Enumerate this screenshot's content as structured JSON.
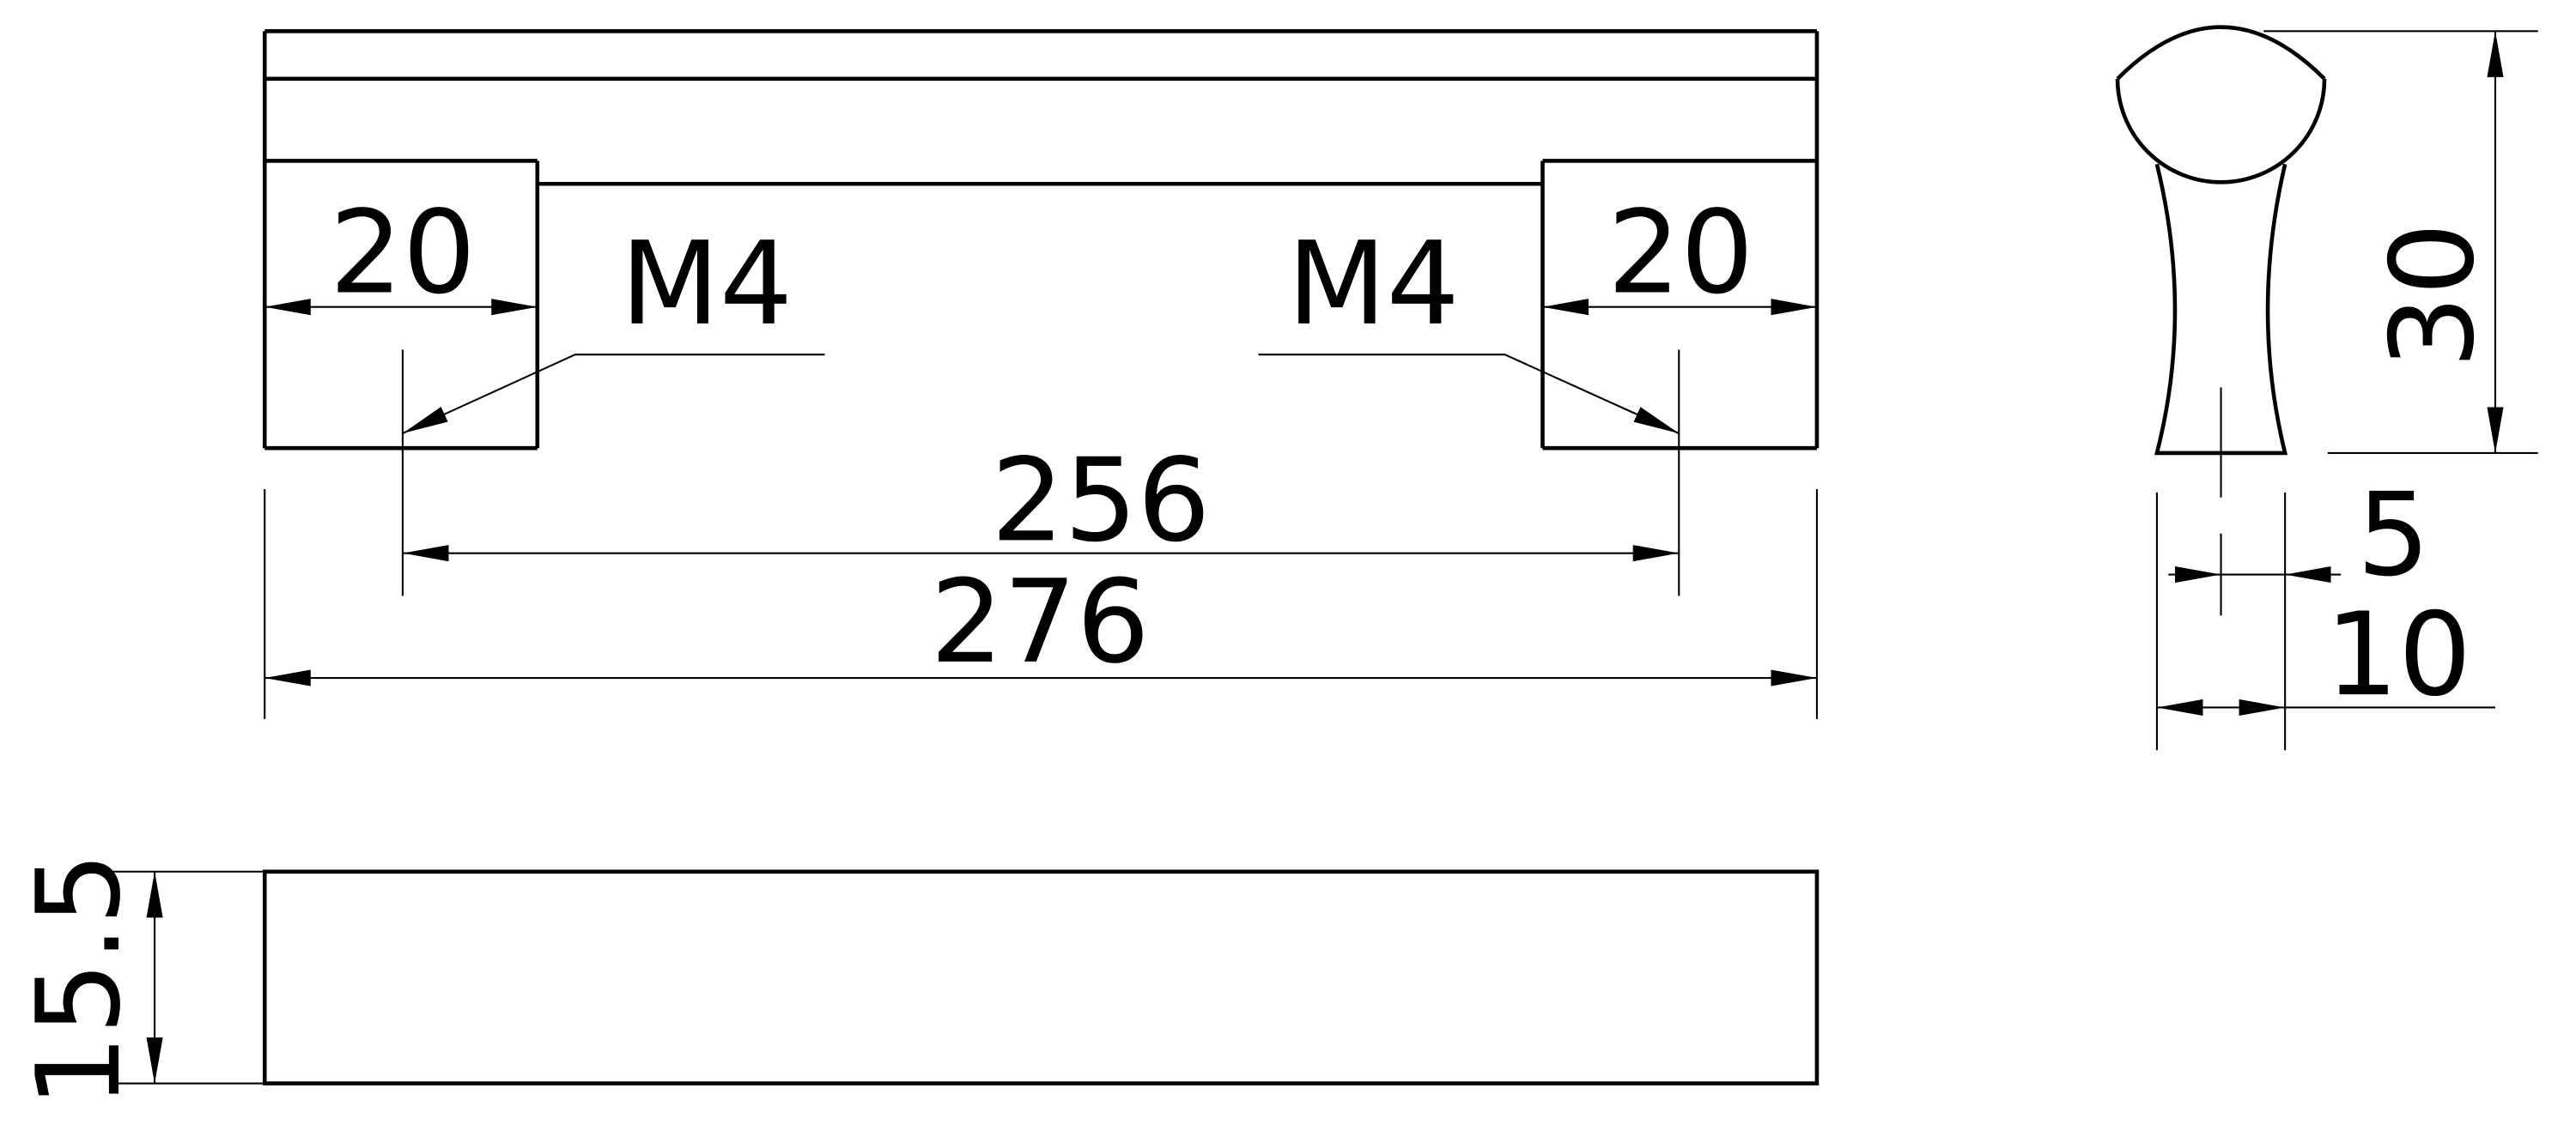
{
  "dimensions": {
    "hole_offset_left": "20",
    "hole_offset_right": "20",
    "thread_left": "M4",
    "thread_right": "M4",
    "hole_spacing": "256",
    "overall_length": "276",
    "height": "15.5",
    "profile_height": "30",
    "profile_base_half": "5",
    "profile_base_width": "10"
  },
  "colors": {
    "line": "#000000",
    "background": "#ffffff"
  }
}
